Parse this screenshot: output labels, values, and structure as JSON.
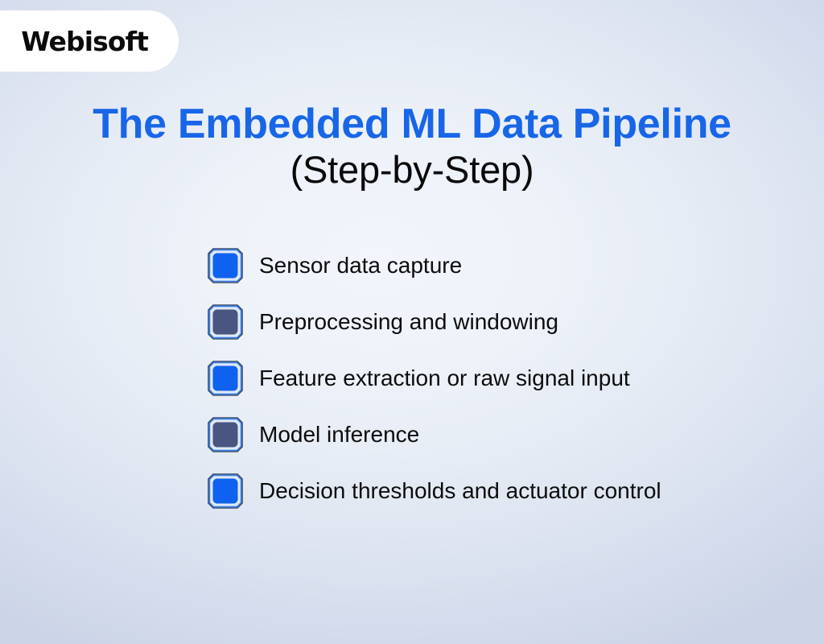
{
  "brand": {
    "name": "Webisoft",
    "badge_bg": "#ffffff",
    "text_color": "#0b0b0b"
  },
  "title": {
    "line1": "The Embedded ML Data Pipeline",
    "line2": "(Step-by-Step)",
    "line1_color": "#1866e8",
    "line2_color": "#0a0a0a"
  },
  "colors": {
    "background_center": "#f2f5fb",
    "background_edge": "#ccd5e7",
    "accent_blue": "#0f62f0",
    "accent_slate": "#4a5680",
    "icon_frame": "#3a4a68",
    "icon_ring": "#dfe8f6",
    "icon_outline_blue": "#2f7bea"
  },
  "steps": [
    {
      "label": "Sensor data capture",
      "icon": "checkbox-filled-icon",
      "fill": "#0f62f0"
    },
    {
      "label": "Preprocessing and windowing",
      "icon": "checkbox-filled-icon",
      "fill": "#4a5680"
    },
    {
      "label": "Feature extraction or raw signal input",
      "icon": "checkbox-filled-icon",
      "fill": "#0f62f0"
    },
    {
      "label": "Model inference",
      "icon": "checkbox-filled-icon",
      "fill": "#4a5680"
    },
    {
      "label": "Decision thresholds and actuator control",
      "icon": "checkbox-filled-icon",
      "fill": "#0f62f0"
    }
  ]
}
